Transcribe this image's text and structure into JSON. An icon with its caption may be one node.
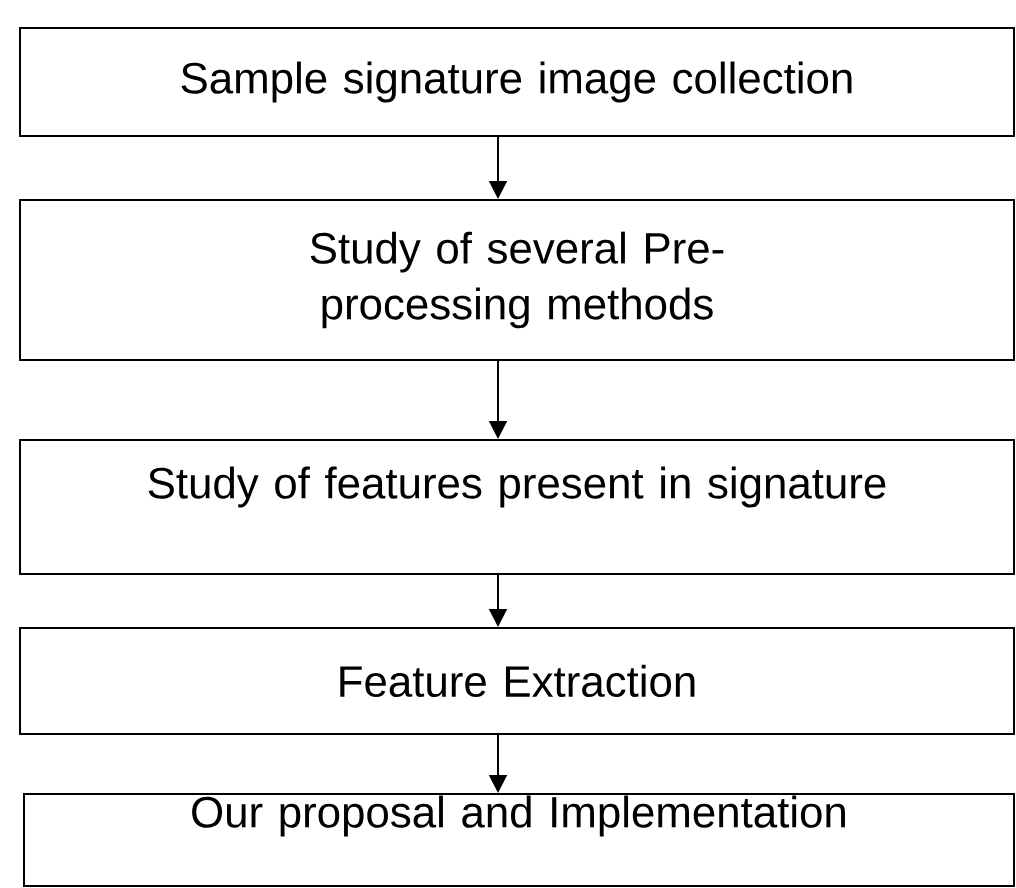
{
  "diagram": {
    "nodes": [
      {
        "text": [
          "Sample signature image collection"
        ]
      },
      {
        "text": [
          "Study of several Pre-processing methods"
        ]
      },
      {
        "text": [
          "Study of features present in signature"
        ]
      },
      {
        "text": [
          "Feature Extraction"
        ]
      },
      {
        "text": [
          "Our proposal and Implementation"
        ]
      }
    ],
    "edges": [
      {
        "from": 0,
        "to": 1,
        "arrow": "to"
      },
      {
        "from": 1,
        "to": 2,
        "arrow": "to"
      },
      {
        "from": 2,
        "to": 3,
        "arrow": "to"
      },
      {
        "from": 3,
        "to": 4,
        "arrow": "to"
      }
    ]
  }
}
